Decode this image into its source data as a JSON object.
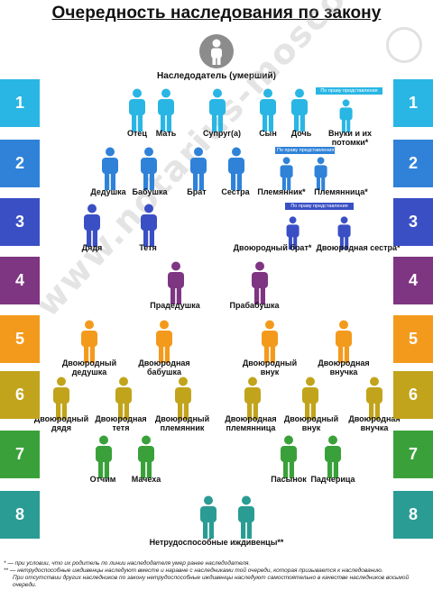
{
  "title": "Очередность наследования по закону",
  "root": {
    "label": "Наследодатель (умерший)",
    "icon": "person-icon",
    "color": "#8c8c8c"
  },
  "watermark": "www.notarius-moscow.com",
  "levels": [
    {
      "number": "1",
      "color": "#29b6e4",
      "persons": [
        {
          "id": "otec",
          "label": "Отец"
        },
        {
          "id": "mat",
          "label": "Мать"
        },
        {
          "id": "suprug",
          "label": "Супруг(а)"
        },
        {
          "id": "syn",
          "label": "Сын"
        },
        {
          "id": "doch",
          "label": "Дочь"
        },
        {
          "id": "vnuki",
          "label": "Внуки и их потомки*"
        }
      ],
      "representation_note": "По праву представления"
    },
    {
      "number": "2",
      "color": "#2f82d8",
      "persons": [
        {
          "id": "dedushka",
          "label": "Дедушка"
        },
        {
          "id": "babushka",
          "label": "Бабушка"
        },
        {
          "id": "brat",
          "label": "Брат"
        },
        {
          "id": "sestra",
          "label": "Сестра"
        },
        {
          "id": "plemyannik",
          "label": "Племянник*"
        },
        {
          "id": "plemyannitsa",
          "label": "Племянница*"
        }
      ],
      "representation_note": "По праву представления"
    },
    {
      "number": "3",
      "color": "#3a4fc4",
      "persons": [
        {
          "id": "dyadya",
          "label": "Дядя"
        },
        {
          "id": "tetya",
          "label": "Тетя"
        },
        {
          "id": "dv-brat",
          "label": "Двоюродный брат*"
        },
        {
          "id": "dv-sestra",
          "label": "Двоюродная сестра*"
        }
      ],
      "representation_note": "По праву представления"
    },
    {
      "number": "4",
      "color": "#7e3582",
      "persons": [
        {
          "id": "pradedushka",
          "label": "Прадедушка"
        },
        {
          "id": "prababushka",
          "label": "Прабабушка"
        }
      ]
    },
    {
      "number": "5",
      "color": "#f39a1d",
      "persons": [
        {
          "id": "dv-ded",
          "label": "Двоюродный дедушка"
        },
        {
          "id": "dv-bab",
          "label": "Двоюродная бабушка"
        },
        {
          "id": "dv-vnuk",
          "label": "Двоюродный внук"
        },
        {
          "id": "dv-vnuchka",
          "label": "Двоюродная внучка"
        }
      ]
    },
    {
      "number": "6",
      "color": "#c2a41c",
      "persons": [
        {
          "id": "dv-dyadya",
          "label": "Двоюродный дядя"
        },
        {
          "id": "dv-tetya",
          "label": "Двоюродная тетя"
        },
        {
          "id": "dv-plemyannik",
          "label": "Двоюродный племянник"
        },
        {
          "id": "dv-plemyannitsa",
          "label": "Двоюродная племянница"
        },
        {
          "id": "dv-vnuk6",
          "label": "Двоюродный внук"
        },
        {
          "id": "dv-vnuchka6",
          "label": "Двоюродная внучка"
        }
      ]
    },
    {
      "number": "7",
      "color": "#3aa13a",
      "persons": [
        {
          "id": "otchim",
          "label": "Отчим"
        },
        {
          "id": "machekha",
          "label": "Мачеха"
        },
        {
          "id": "pasynok",
          "label": "Пасынок"
        },
        {
          "id": "padcheritsa",
          "label": "Падчерица"
        }
      ]
    },
    {
      "number": "8",
      "color": "#2a9c93",
      "persons": [
        {
          "id": "izhdivtsy",
          "label": "Нетрудоспособные иждивенцы**"
        }
      ]
    }
  ],
  "footnotes": [
    "* — при условии, что их родитель по линии наследодателя умер ранее наследодателя.",
    "** — нетрудоспособные иждивенцы наследуют вместе и наравне с наследниками той очереди, которая призывается к наследованию.",
    "При отсутствии других наследников по закону нетрудоспособные иждивенцы наследуют самостоятельно в качестве наследников восьмой очереди."
  ]
}
